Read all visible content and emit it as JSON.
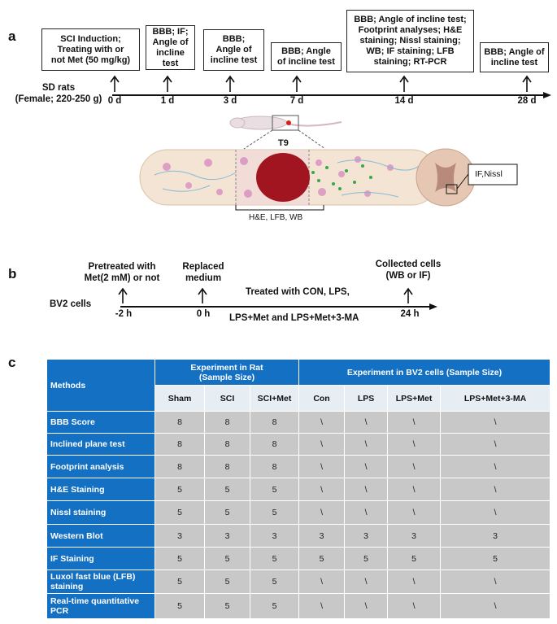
{
  "panel_a": {
    "letter": "a",
    "boxes": [
      "SCI Induction;\nTreating with or\nnot Met (50 mg/kg)",
      "BBB; IF;\nAngle of\nincline test",
      "BBB;\nAngle of\nincline test",
      "BBB; Angle\nof incline test",
      "BBB; Angle of incline test;\nFootprint analyses; H&E\nstaining; Nissl staining;\nWB; IF staining; LFB\nstaining; RT-PCR",
      "BBB; Angle of\nincline test"
    ],
    "subject": "SD rats\n(Female; 220-250 g)",
    "ticks": [
      "0 d",
      "1 d",
      "3 d",
      "7 d",
      "14 d",
      "28 d"
    ],
    "t9_label": "T9",
    "section_label": "H&E, LFB, WB",
    "cross_label": "IF,Nissl"
  },
  "panel_b": {
    "letter": "b",
    "cell_label": "BV2 cells",
    "top_labels": [
      "Pretreated with\nMet(2 mM) or not",
      "Replaced\nmedium",
      "Collected cells\n(WB or IF)"
    ],
    "treat_line1": "Treated with CON, LPS,",
    "treat_line2": "LPS+Met and LPS+Met+3-MA",
    "ticks": [
      "-2 h",
      "0 h",
      "24 h"
    ]
  },
  "panel_c": {
    "letter": "c",
    "methods_header": "Methods",
    "rat_header": "Experiment in Rat\n(Sample Size)",
    "cell_header": "Experiment in BV2 cells (Sample Size)",
    "columns": [
      "Sham",
      "SCI",
      "SCI+Met",
      "Con",
      "LPS",
      "LPS+Met",
      "LPS+Met+3-MA"
    ],
    "rows": [
      {
        "method": "BBB Score",
        "values": [
          "8",
          "8",
          "8",
          "\\",
          "\\",
          "\\",
          "\\"
        ]
      },
      {
        "method": "Inclined plane test",
        "values": [
          "8",
          "8",
          "8",
          "\\",
          "\\",
          "\\",
          "\\"
        ]
      },
      {
        "method": "Footprint analysis",
        "values": [
          "8",
          "8",
          "8",
          "\\",
          "\\",
          "\\",
          "\\"
        ]
      },
      {
        "method": "H&E Staining",
        "values": [
          "5",
          "5",
          "5",
          "\\",
          "\\",
          "\\",
          "\\"
        ]
      },
      {
        "method": "Nissl staining",
        "values": [
          "5",
          "5",
          "5",
          "\\",
          "\\",
          "\\",
          "\\"
        ]
      },
      {
        "method": "Western Blot",
        "values": [
          "3",
          "3",
          "3",
          "3",
          "3",
          "3",
          "3"
        ]
      },
      {
        "method": "IF Staining",
        "values": [
          "5",
          "5",
          "5",
          "5",
          "5",
          "5",
          "5"
        ]
      },
      {
        "method": "Luxol fast blue (LFB)\nstaining",
        "values": [
          "5",
          "5",
          "5",
          "\\",
          "\\",
          "\\",
          "\\"
        ]
      },
      {
        "method": "Real-time quantitative\nPCR",
        "values": [
          "5",
          "5",
          "5",
          "\\",
          "\\",
          "\\",
          "\\"
        ]
      }
    ]
  }
}
